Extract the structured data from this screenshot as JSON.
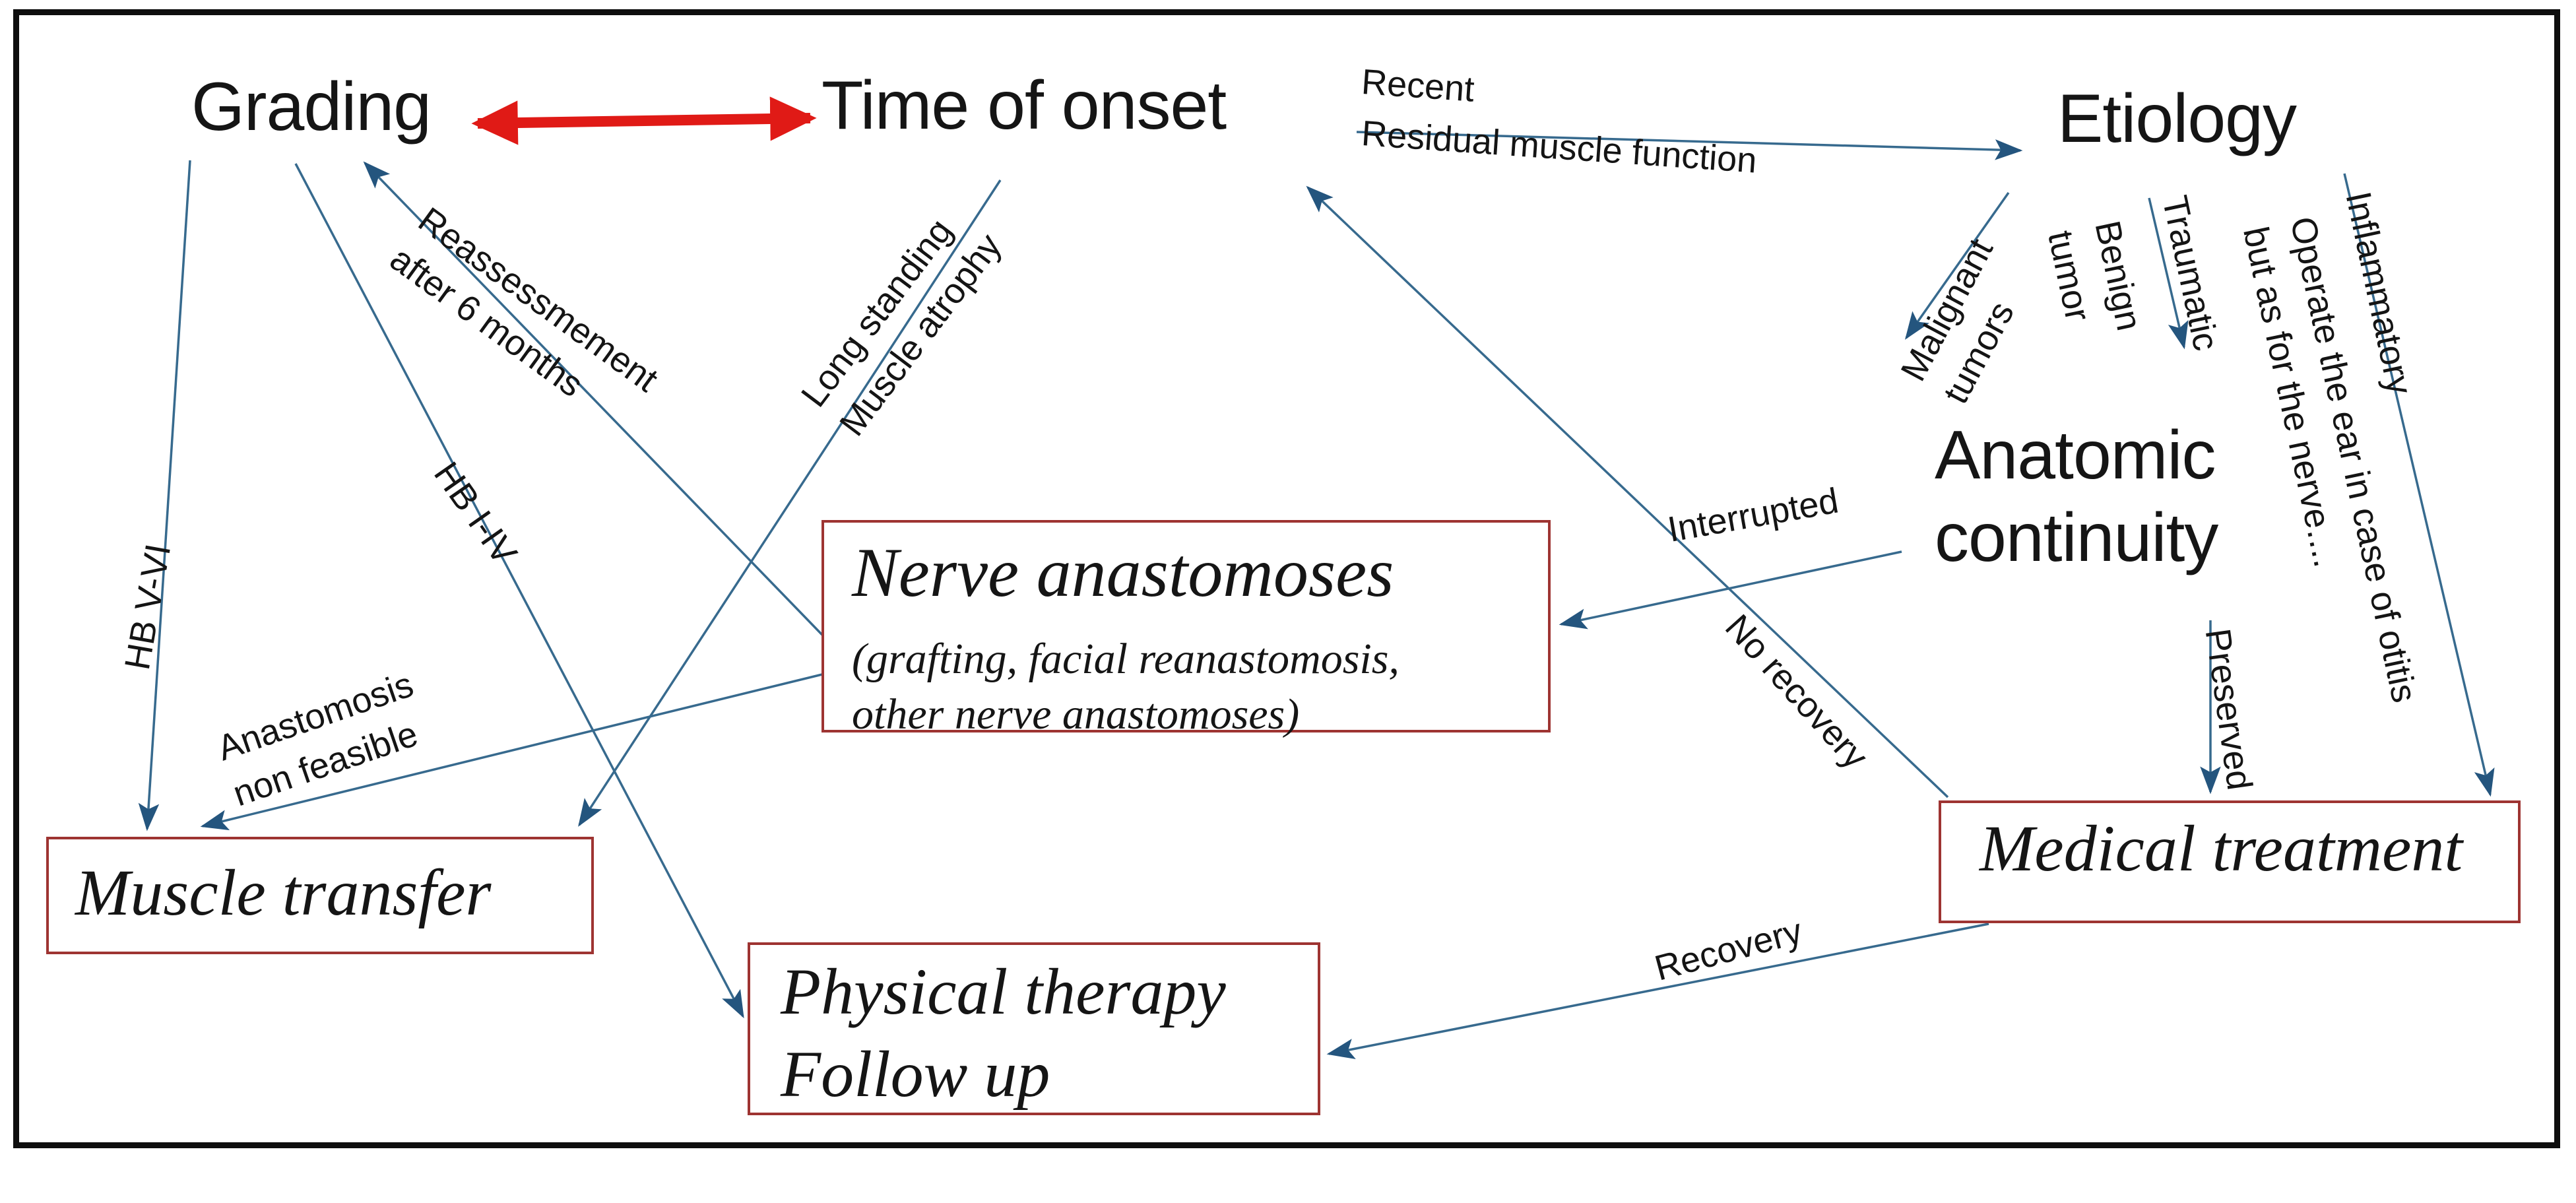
{
  "diagram": {
    "nodes": {
      "grading": "Grading",
      "time_of_onset": "Time of onset",
      "etiology": "Etiology",
      "anatomic_line1": "Anatomic",
      "anatomic_line2": "continuity"
    },
    "boxes": {
      "nerve": {
        "title": "Nerve anastomoses",
        "sub1": "(grafting, facial reanastomosis,",
        "sub2": "other nerve anastomoses)"
      },
      "muscle": {
        "title": "Muscle transfer"
      },
      "physio": {
        "line1": "Physical therapy",
        "line2": "Follow up"
      },
      "medical": {
        "title": "Medical treatment"
      }
    },
    "edge_labels": {
      "recent": "Recent",
      "residual": "Residual muscle function",
      "reassessment_line1": "Reassessmement",
      "reassessment_line2": "after 6 months",
      "long_standing_line1": "Long standing",
      "long_standing_line2": "Muscle atrophy",
      "hb_v_vi": "HB V-VI",
      "hb_i_iv": "HB I-IV",
      "anastomosis_line1": "Anastomosis",
      "anastomosis_line2": "non feasible",
      "malignant_line1": "Malignant",
      "malignant_line2": "tumors",
      "benign_line1": "Benign",
      "benign_line2": "tumor",
      "traumatic": "Traumatic",
      "operate_line1": "Operate the ear in case of otitis",
      "operate_line2": "but as for the nerve....",
      "inflammatory": "Inflammatory",
      "interrupted": "Interrupted",
      "no_recovery": "No recovery",
      "preserved": "Preserved",
      "recovery": "Recovery"
    },
    "colors": {
      "line_blue": "#376a8e",
      "arrowhead_blue": "#24557e",
      "red_arrow": "#e01a16",
      "box_border": "#9e3432",
      "frame": "#0e0e0e",
      "text": "#141414"
    }
  }
}
